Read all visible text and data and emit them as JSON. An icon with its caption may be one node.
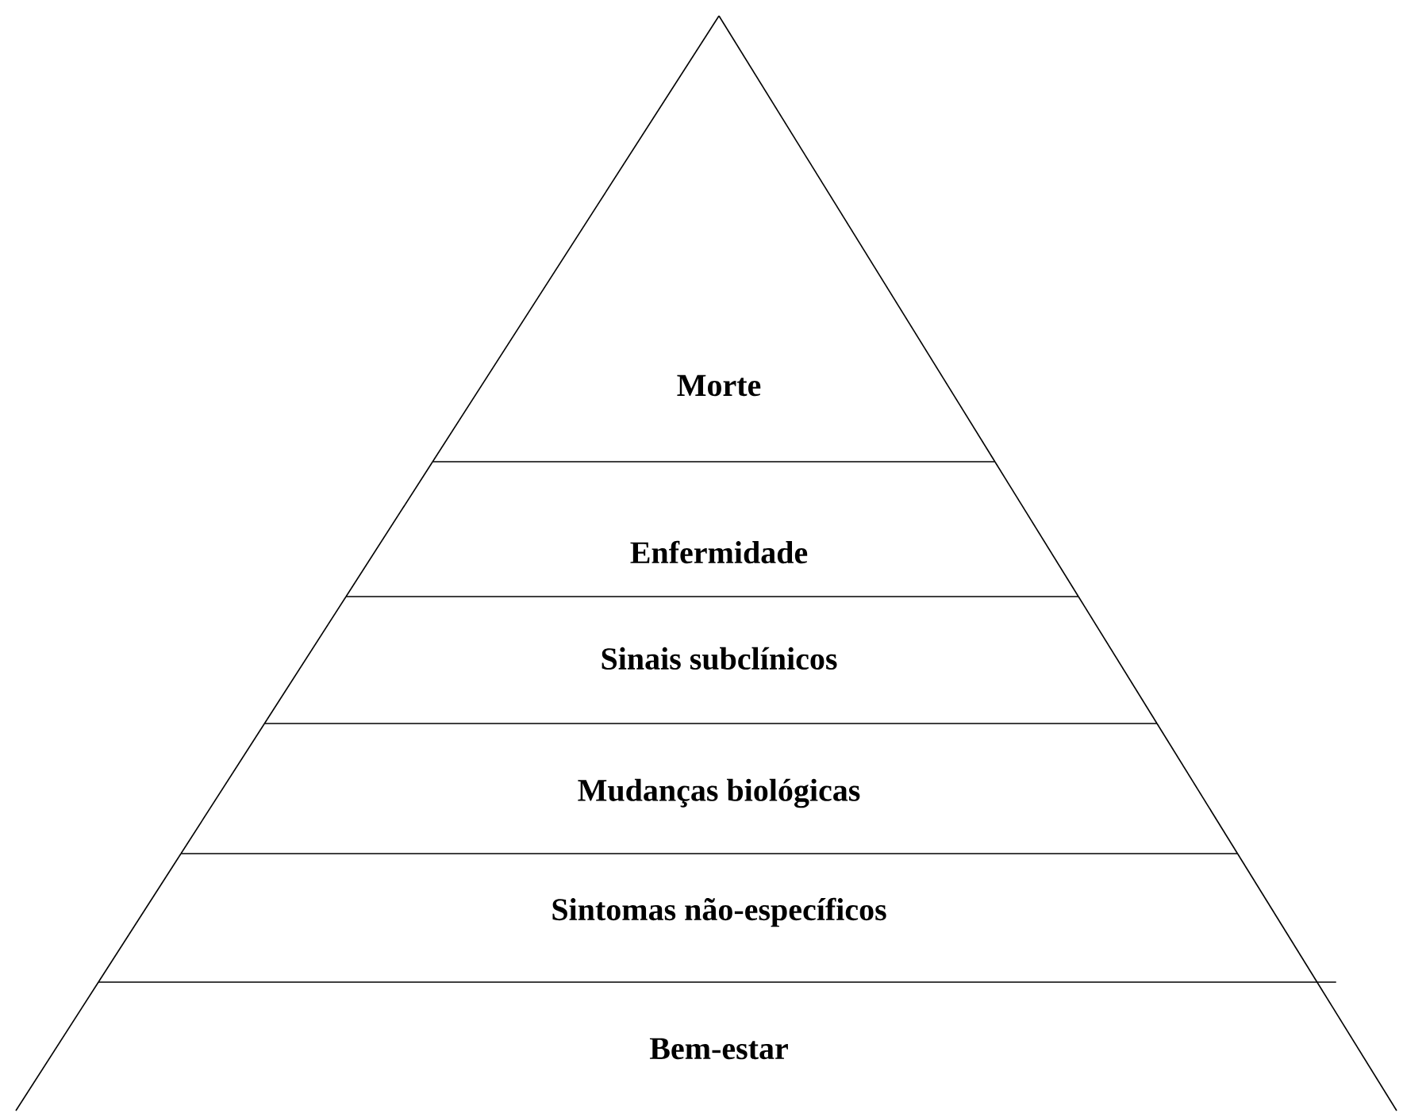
{
  "diagram": {
    "nodes": [
      {
        "text": [
          "Morte"
        ]
      },
      {
        "text": [
          "Enfermidade"
        ]
      },
      {
        "text": [
          "Sinais subclínicos"
        ]
      },
      {
        "text": [
          "Mudanças biológicas"
        ]
      },
      {
        "text": [
          "Sintomas não-específicos"
        ]
      },
      {
        "text": [
          "Bem-estar"
        ]
      }
    ]
  }
}
